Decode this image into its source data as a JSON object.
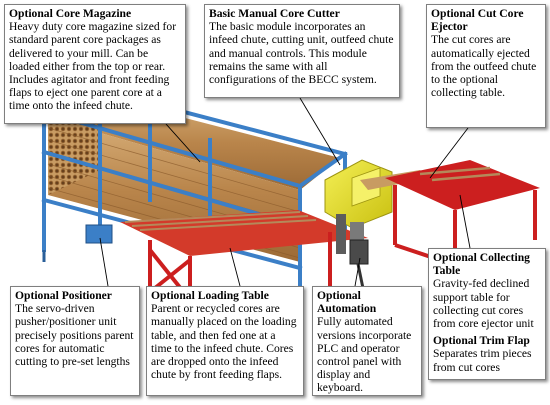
{
  "callouts": {
    "core_magazine": {
      "title": "Optional Core Magazine",
      "body": "Heavy duty core magazine sized for standard parent core packages as delivered to your mill.  Can be loaded either from the top or rear.  Includes agitator and front feeding flaps to eject one parent core at a time onto the infeed chute."
    },
    "core_cutter": {
      "title": "Basic Manual Core Cutter",
      "body": "The basic module incorporates an infeed chute, cutting unit, outfeed chute and manual controls. This module remains the same with all configurations of the BECC system."
    },
    "cut_core_ejector": {
      "title": "Optional Cut Core Ejector",
      "body": "The cut cores are automatically ejected from the outfeed chute to the optional collecting table."
    },
    "collecting_table": {
      "title": "Optional Collecting Table",
      "body": "Gravity-fed declined support table for collecting cut cores from core ejector unit"
    },
    "trim_flap": {
      "title": "Optional Trim Flap",
      "body": "Separates trim pieces from cut cores"
    },
    "positioner": {
      "title": "Optional Positioner",
      "body": "The servo-driven pusher/positioner unit precisely positions parent cores for automatic cutting to pre-set lengths"
    },
    "loading_table": {
      "title": "Optional Loading Table",
      "body": "Parent or recycled cores are manually placed on the loading table, and then fed one at a time to the infeed chute.  Cores are dropped onto the infeed chute by front feeding flaps."
    },
    "automation": {
      "title": "Optional Automation",
      "body": "Fully automated versions incorporate PLC and operator control panel with display and keyboard."
    }
  },
  "colors": {
    "frame_blue": "#3b7fc7",
    "table_red": "#cc1f1f",
    "cutter_yellow": "#e8e01a",
    "core_tan": "#c89b62"
  }
}
